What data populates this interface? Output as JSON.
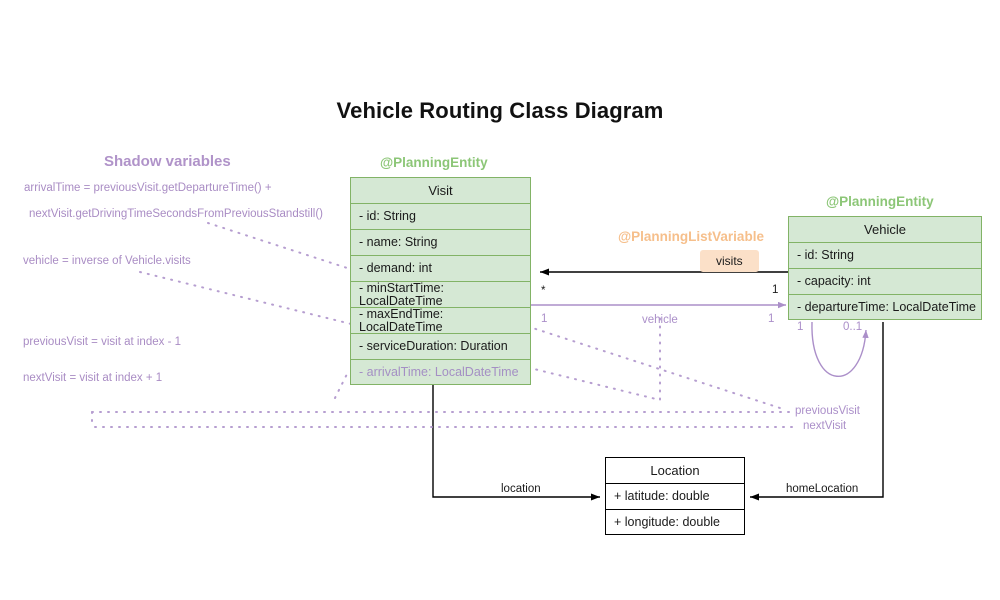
{
  "diagram": {
    "title": "Vehicle Routing Class Diagram",
    "type": "uml-class-diagram",
    "colors": {
      "entity_fill": "#d5e8d4",
      "entity_border": "#82b366",
      "entity_stereotype": "#8cc677",
      "list_variable_stereotype": "#f6bf8b",
      "list_variable_badge_fill": "#fbe0c8",
      "shadow_purple": "#ab8fc9",
      "plain_border": "#000000",
      "text": "#1a1a1a"
    }
  },
  "shadow_panel": {
    "heading": "Shadow variables",
    "notes": [
      "arrivalTime = previousVisit.getDepartureTime() +",
      "nextVisit.getDrivingTimeSecondsFromPreviousStandstill()",
      "vehicle = inverse of Vehicle.visits",
      "previousVisit = visit at index - 1",
      "nextVisit = visit at index + 1"
    ]
  },
  "classes": [
    {
      "id": "visit",
      "name": "Visit",
      "stereotype": "@PlanningEntity",
      "style": "entity",
      "attributes": [
        {
          "text": "- id: String",
          "shadow": false
        },
        {
          "text": "- name: String",
          "shadow": false
        },
        {
          "text": "- demand: int",
          "shadow": false
        },
        {
          "text": "- minStartTime: LocalDateTime",
          "shadow": false
        },
        {
          "text": "- maxEndTime: LocalDateTime",
          "shadow": false
        },
        {
          "text": "- serviceDuration: Duration",
          "shadow": false
        },
        {
          "text": "- arrivalTime: LocalDateTime",
          "shadow": true
        }
      ]
    },
    {
      "id": "vehicle",
      "name": "Vehicle",
      "stereotype": "@PlanningEntity",
      "style": "entity",
      "attributes": [
        {
          "text": "- id: String",
          "shadow": false
        },
        {
          "text": "- capacity: int",
          "shadow": false
        },
        {
          "text": "- departureTime: LocalDateTime",
          "shadow": false
        }
      ]
    },
    {
      "id": "location",
      "name": "Location",
      "stereotype": "",
      "style": "plain",
      "attributes": [
        {
          "text": "+ latitude: double",
          "shadow": false
        },
        {
          "text": "+ longitude: double",
          "shadow": false
        }
      ]
    }
  ],
  "relationships": {
    "visits": {
      "stereotype": "@PlanningListVariable",
      "label": "visits",
      "source_multiplicity": "1",
      "target_multiplicity": "*"
    },
    "vehicle_inverse": {
      "label": "vehicle",
      "source_multiplicity": "1",
      "target_multiplicity": "1"
    },
    "visit_chain": {
      "previous_label": "previousVisit",
      "next_label": "nextVisit",
      "source_multiplicity": "1",
      "target_multiplicity": "0..1"
    },
    "location": {
      "label": "location"
    },
    "home_location": {
      "label": "homeLocation"
    }
  }
}
